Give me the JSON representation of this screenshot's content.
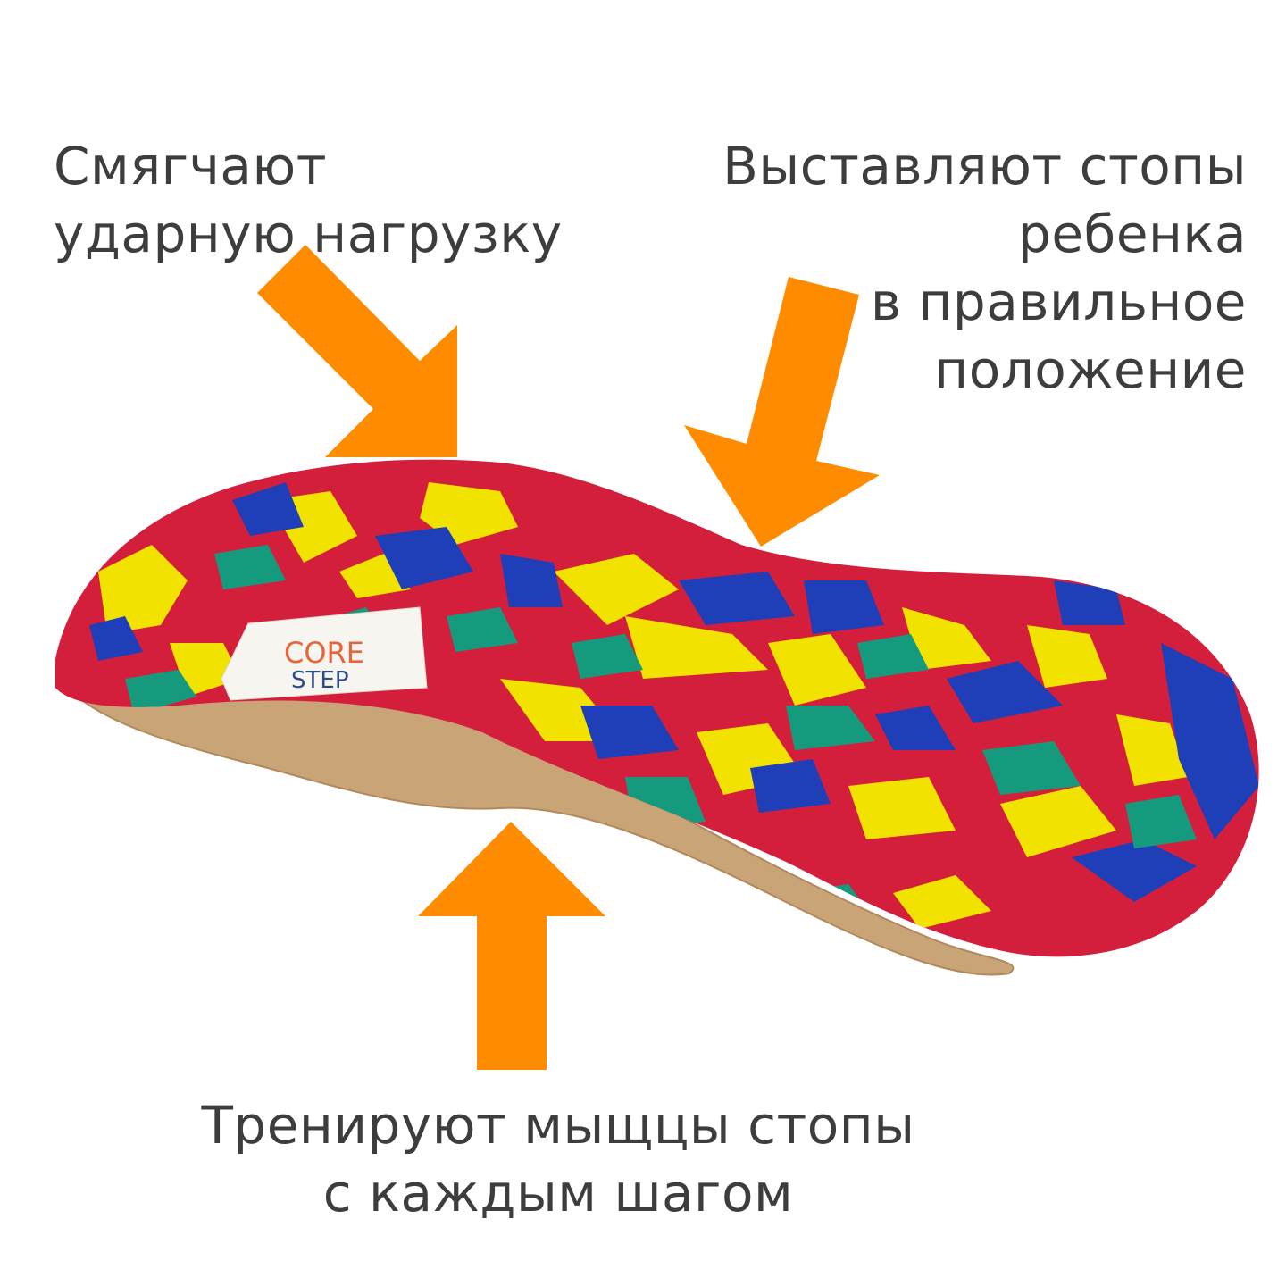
{
  "captions": {
    "top_left": [
      "Смягчают",
      "ударную нагрузку"
    ],
    "top_right": [
      "Выставляют стопы",
      "ребенка",
      "в правильное",
      "положение"
    ],
    "bottom": [
      "Тренируют мыщцы стопы",
      "с каждым шагом"
    ]
  },
  "product_label": {
    "line1": "CORE",
    "line2": "STEP"
  },
  "colors": {
    "text": "#3c3e3d",
    "arrow": "#ff8c00",
    "insole_red": "#d41f3c",
    "insole_yellow": "#f2e200",
    "insole_blue": "#1f3fb8",
    "insole_green": "#169a7e",
    "sole_tan": "#c9a477",
    "label_orange": "#e8643a",
    "label_blue": "#2c4b8a"
  },
  "icons": [
    "arrow-down-right-icon",
    "arrow-down-left-icon",
    "arrow-up-icon"
  ]
}
